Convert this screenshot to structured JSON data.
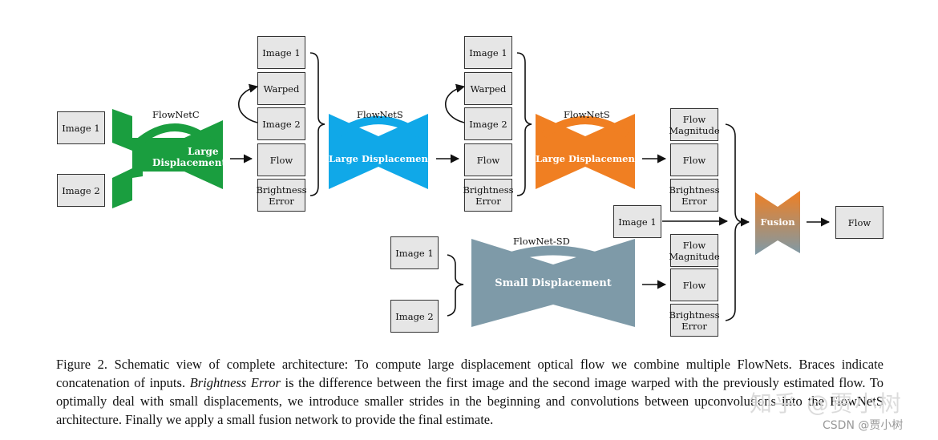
{
  "colors": {
    "green": "#1a9e3f",
    "blue": "#10a8e8",
    "orange": "#f07f22",
    "slate": "#7e9aa8",
    "fusion_top": "#f07f22",
    "fusion_bottom": "#7e9aa8",
    "box_fill": "#e6e6e6"
  },
  "nodes": {
    "c_img1": "Image 1",
    "c_img2": "Image 2",
    "s1_img1": "Image 1",
    "s1_warped": "Warped",
    "s1_img2": "Image 2",
    "s1_flow": "Flow",
    "s1_bright": [
      "Brightness",
      "Error"
    ],
    "s2_img1": "Image 1",
    "s2_warped": "Warped",
    "s2_img2": "Image 2",
    "s2_flow": "Flow",
    "s2_bright": [
      "Brightness",
      "Error"
    ],
    "top_mag": [
      "Flow",
      "Magnitude"
    ],
    "top_flow": "Flow",
    "top_bright": [
      "Brightness",
      "Error"
    ],
    "mid_img1": "Image 1",
    "sd_img1": "Image 1",
    "sd_img2": "Image 2",
    "bot_mag": [
      "Flow",
      "Magnitude"
    ],
    "bot_flow": "Flow",
    "bot_bright": [
      "Brightness",
      "Error"
    ],
    "final_flow": "Flow"
  },
  "networks": {
    "flownetc": {
      "name": "FlowNetC",
      "label": [
        "Large",
        "Displacement"
      ]
    },
    "flownets1": {
      "name": "FlowNetS",
      "label": [
        "Large Displacement"
      ]
    },
    "flownets2": {
      "name": "FlowNetS",
      "label": [
        "Large Displacement"
      ]
    },
    "flownetsd": {
      "name": "FlowNet-SD",
      "label": [
        "Small Displacement"
      ]
    },
    "fusion": {
      "name": "",
      "label": [
        "Fusion"
      ]
    }
  },
  "caption": {
    "prefix": "Figure 2. Schematic view of complete architecture: To compute large displacement optical flow we combine multiple FlowNets. Braces indicate concatenation of inputs.",
    "emphasis": "Brightness Error",
    "suffix": "is the difference between the first image and the second image warped with the previously estimated flow. To optimally deal with small displacements, we introduce smaller strides in the beginning and convolutions between upconvolutions into the FlowNetS architecture. Finally we apply a small fusion network to provide the final estimate."
  },
  "watermark": {
    "main": "知乎 @贾小树",
    "sub": "CSDN @贾小树"
  }
}
